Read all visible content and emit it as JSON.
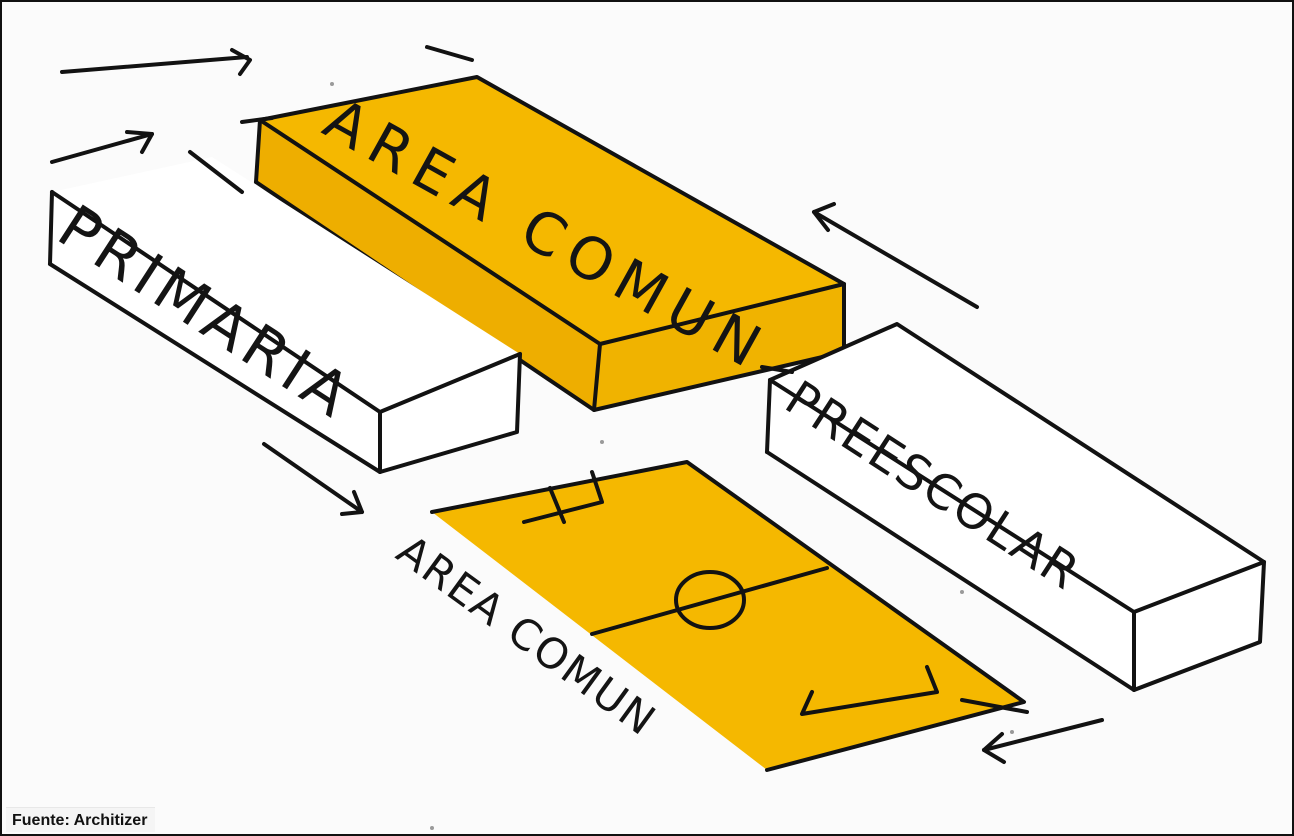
{
  "labels": {
    "area_comun_top": "AREA COMUN",
    "primaria": "PRIMARIA",
    "preescolar": "PREESCOLAR",
    "area_comun_bottom": "AREA COMUN"
  },
  "source": "Fuente: Architizer",
  "colors": {
    "highlight": "#f5b800",
    "ink": "#121212",
    "paper": "#fbfbfb"
  }
}
